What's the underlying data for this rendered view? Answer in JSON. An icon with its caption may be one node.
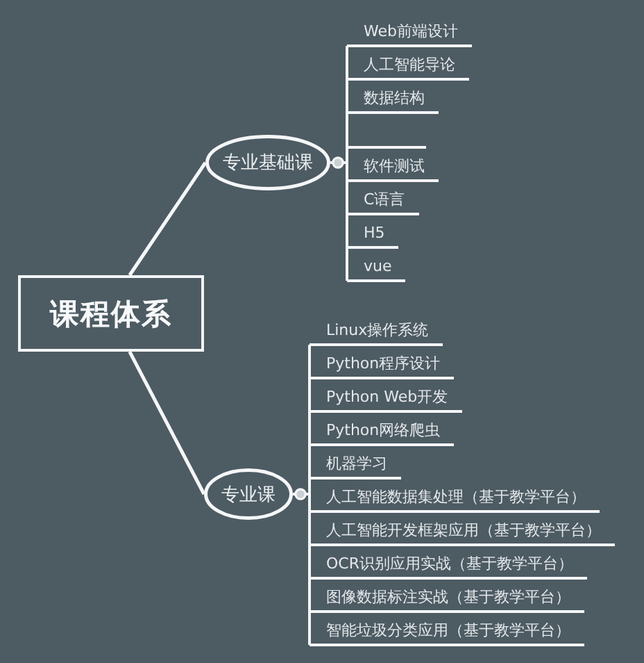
{
  "diagram": {
    "nodes": [
      {
        "text": [
          "课程体系"
        ]
      },
      {
        "text": [
          "专业基础课"
        ]
      },
      {
        "text": [
          "Web前端设计"
        ]
      },
      {
        "text": [
          "人工智能导论"
        ]
      },
      {
        "text": [
          "数据结构"
        ]
      },
      {
        "text": [],
        "shape": "line"
      },
      {
        "text": [
          "软件测试"
        ]
      },
      {
        "text": [
          "C语言"
        ]
      },
      {
        "text": [
          "H5"
        ]
      },
      {
        "text": [
          "vue"
        ]
      },
      {
        "text": [
          "专业课"
        ]
      },
      {
        "text": [
          "Linux操作系统"
        ]
      },
      {
        "text": [
          "Python程序设计"
        ]
      },
      {
        "text": [
          "Python Web开发"
        ]
      },
      {
        "text": [
          "Python网络爬虫"
        ]
      },
      {
        "text": [
          "机器学习"
        ]
      },
      {
        "text": [
          "人工智能数据集处理（基于教学平台）"
        ]
      },
      {
        "text": [
          "人工智能开发框架应用（基于教学平台）"
        ]
      },
      {
        "text": [
          "OCR识别应用实战（基于教学平台）"
        ]
      },
      {
        "text": [
          "图像数据标注实战（基于教学平台）"
        ]
      },
      {
        "text": [
          "智能垃圾分类应用（基于教学平台）"
        ]
      }
    ],
    "edges": [
      {
        "from": 0,
        "to": 1,
        "arrow": "none"
      },
      {
        "from": 0,
        "to": 10,
        "arrow": "none"
      },
      {
        "from": 1,
        "to": 2,
        "arrow": "other"
      },
      {
        "from": 1,
        "to": 3,
        "arrow": "other"
      },
      {
        "from": 1,
        "to": 4,
        "arrow": "other"
      },
      {
        "from": 1,
        "to": 5,
        "arrow": "other"
      },
      {
        "from": 1,
        "to": 6,
        "arrow": "other"
      },
      {
        "from": 1,
        "to": 7,
        "arrow": "other"
      },
      {
        "from": 1,
        "to": 8,
        "arrow": "other"
      },
      {
        "from": 1,
        "to": 9,
        "arrow": "other"
      },
      {
        "from": 10,
        "to": 11,
        "arrow": "other"
      },
      {
        "from": 10,
        "to": 12,
        "arrow": "other"
      },
      {
        "from": 10,
        "to": 13,
        "arrow": "other"
      },
      {
        "from": 10,
        "to": 14,
        "arrow": "other"
      },
      {
        "from": 10,
        "to": 15,
        "arrow": "other"
      },
      {
        "from": 10,
        "to": 16,
        "arrow": "other"
      },
      {
        "from": 10,
        "to": 17,
        "arrow": "other"
      },
      {
        "from": 10,
        "to": 18,
        "arrow": "other"
      },
      {
        "from": 10,
        "to": 19,
        "arrow": "other"
      },
      {
        "from": 10,
        "to": 20,
        "arrow": "other"
      }
    ]
  }
}
